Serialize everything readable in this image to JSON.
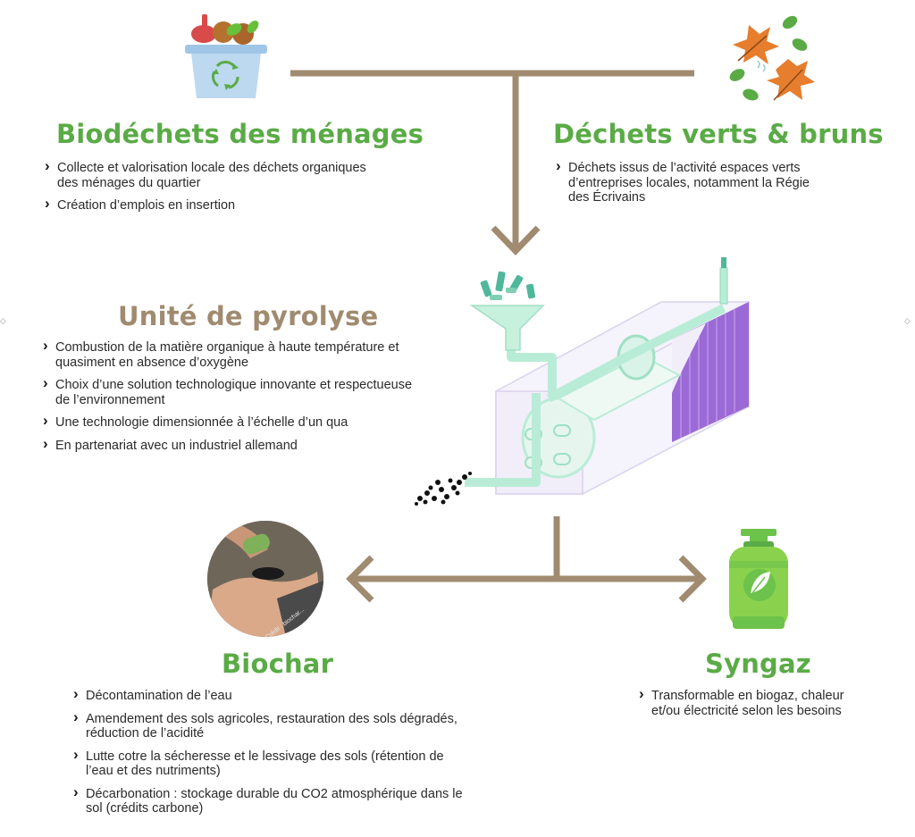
{
  "colors": {
    "brown": "#a08b70",
    "green": "#5aab46",
    "mint": "#b9ecd6",
    "purple": "#9b6ad6"
  },
  "biodechets": {
    "title": "Biodéchets des ménages",
    "items": [
      "Collecte et valorisation locale des déchets organiques des ménages du quartier",
      "Création d’emplois en insertion"
    ]
  },
  "dechets_verts": {
    "title": "Déchets verts & bruns",
    "items": [
      "Déchets issus de l’activité espaces verts d’entreprises locales, notamment la Régie des Écrivains"
    ]
  },
  "pyrolyse": {
    "title": "Unité de pyrolyse",
    "items": [
      "Combustion de la matière organique à haute température et quasiment en absence d’oxygène",
      "Choix d’une solution technologique innovante et respectueuse de l’environnement",
      "Une technologie dimensionnée à l’échelle d’un qua",
      "En partenariat avec un industriel allemand"
    ]
  },
  "biochar": {
    "title": "Biochar",
    "credit": "Crédit : biochar...",
    "items": [
      "Décontamination de l’eau",
      "Amendement des sols agricoles, restauration des sols dégradés, réduction de l’acidité",
      "Lutte cotre la sécheresse et le lessivage des sols (rétention de l’eau et des nutriments)",
      "Décarbonation : stockage durable du CO2 atmosphérique dans le sol (crédits carbone)"
    ]
  },
  "syngaz": {
    "title": "Syngaz",
    "items": [
      "Transformable en biogaz, chaleur et/ou électricité selon les besoins"
    ]
  },
  "icons": [
    "compost-bin-icon",
    "autumn-leaves-icon",
    "pyrolysis-unit-illustration",
    "biochar-hand-photo",
    "gas-cylinder-icon"
  ]
}
